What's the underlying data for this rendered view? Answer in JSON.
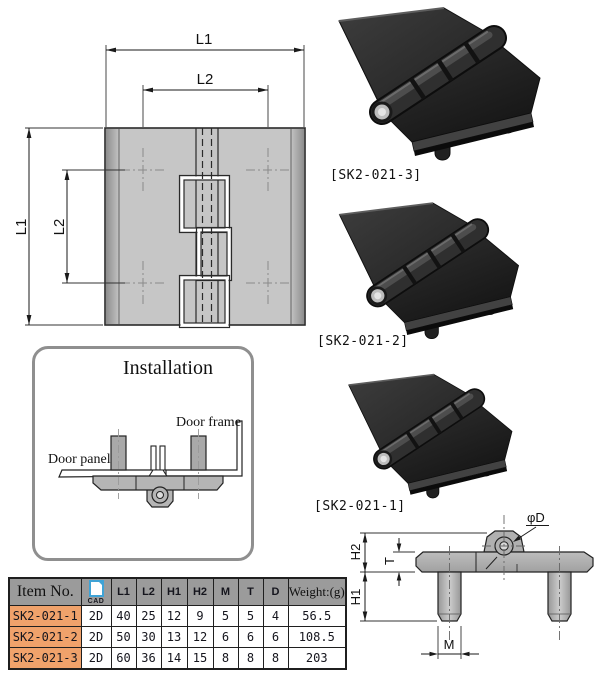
{
  "top_drawing": {
    "dim_l1_top": "L1",
    "dim_l2_top": "L2",
    "dim_l1_left": "L1",
    "dim_l2_left": "L2"
  },
  "products": [
    {
      "label": "[SK2-021-3]"
    },
    {
      "label": "[SK2-021-2]"
    },
    {
      "label": "[SK2-021-1]"
    }
  ],
  "installation": {
    "title": "Installation",
    "door_frame_label": "Door frame",
    "door_panel_label": "Door panel"
  },
  "section_drawing": {
    "dim_phi_d": "φD",
    "dim_h2": "H2",
    "dim_h1": "H1",
    "dim_t": "T",
    "dim_m": "M"
  },
  "table": {
    "headers": {
      "item_no": "Item No.",
      "cad": "CAD",
      "dims": [
        "L1",
        "L2",
        "H1",
        "H2",
        "M",
        "T",
        "D"
      ],
      "weight": "Weight:(g)"
    },
    "rows": [
      {
        "item": "SK2-021-1",
        "cad": "2D",
        "L1": "40",
        "L2": "25",
        "H1": "12",
        "H2": "9",
        "M": "5",
        "T": "5",
        "D": "4",
        "weight": "56.5"
      },
      {
        "item": "SK2-021-2",
        "cad": "2D",
        "L1": "50",
        "L2": "30",
        "H1": "13",
        "H2": "12",
        "M": "6",
        "T": "6",
        "D": "6",
        "weight": "108.5"
      },
      {
        "item": "SK2-021-3",
        "cad": "2D",
        "L1": "60",
        "L2": "36",
        "H1": "14",
        "H2": "15",
        "M": "8",
        "T": "8",
        "D": "8",
        "weight": "203"
      }
    ]
  },
  "colors": {
    "header_gray": "#9b9b9b",
    "row_orange": "#f0a26b",
    "cad_blue": "#3fa3d6",
    "line_dark": "#1a1a1a",
    "metal_gray": "#ababab",
    "hinge_black": "#262626"
  }
}
